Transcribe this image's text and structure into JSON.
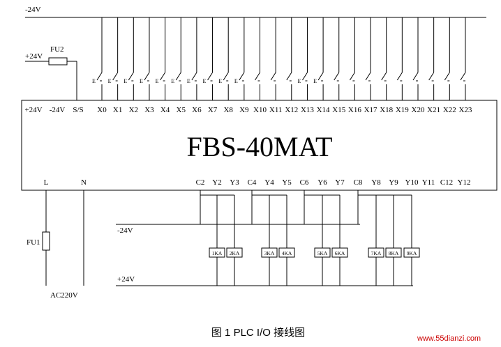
{
  "rails": {
    "top_minus24": "-24V",
    "plus24": "+24V",
    "fuse_top": "FU2",
    "coil_minus24": "-24V",
    "coil_plus24": "+24V",
    "fuse_left": "FU1",
    "ac_supply": "AC220V"
  },
  "plc": {
    "model": "FBS-40MAT",
    "top_terminals": [
      "+24V",
      "-24V",
      "S/S",
      "X0",
      "X1",
      "X2",
      "X3",
      "X4",
      "X5",
      "X6",
      "X7",
      "X8",
      "X9",
      "X10",
      "X11",
      "X12",
      "X13",
      "X14",
      "X15",
      "X16",
      "X17",
      "X18",
      "X19",
      "X20",
      "X21",
      "X22",
      "X23"
    ],
    "bottom_terminals": [
      "L",
      "N",
      "C2",
      "Y2",
      "Y3",
      "C4",
      "Y4",
      "Y5",
      "C6",
      "Y6",
      "Y7",
      "C8",
      "Y8",
      "Y9",
      "Y10",
      "Y11",
      "C12",
      "Y12"
    ]
  },
  "switch_tag": "E",
  "relays": [
    "1KA",
    "2KA",
    "3KA",
    "4KA",
    "5KA",
    "6KA",
    "7KA",
    "8KA",
    "9KA"
  ],
  "caption": "图 1 PLC I/O 接线图",
  "watermark": "www.55dianzi.com"
}
